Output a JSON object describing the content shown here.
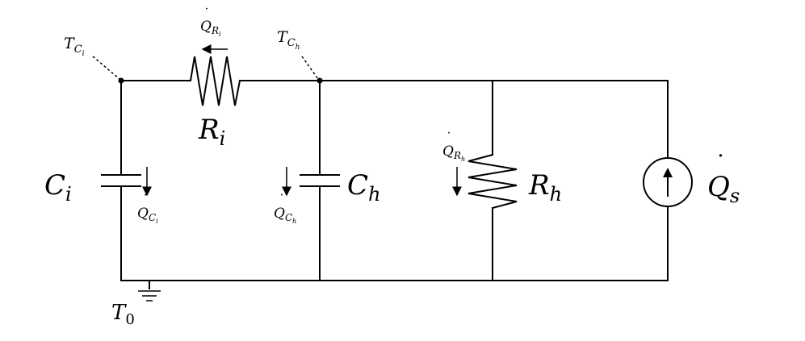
{
  "labels": {
    "t_ci": {
      "main": "T",
      "sub": "C",
      "subsub": "i"
    },
    "t_ch": {
      "main": "T",
      "sub": "C",
      "subsub": "h"
    },
    "q_ri": {
      "main": "Q",
      "sub": "R",
      "subsub": "i"
    },
    "r_i": {
      "main": "R",
      "sub": "i"
    },
    "c_i": {
      "main": "C",
      "sub": "i"
    },
    "c_h": {
      "main": "C",
      "sub": "h"
    },
    "q_ci": {
      "main": "Q",
      "sub": "C",
      "subsub": "i"
    },
    "q_ch": {
      "main": "Q",
      "sub": "C",
      "subsub": "h"
    },
    "q_rh": {
      "main": "Q",
      "sub": "R",
      "subsub": "h"
    },
    "r_h": {
      "main": "R",
      "sub": "h"
    },
    "q_s": {
      "main": "Q",
      "sub": "s"
    },
    "t_0": {
      "main": "T",
      "sub": "0"
    }
  }
}
